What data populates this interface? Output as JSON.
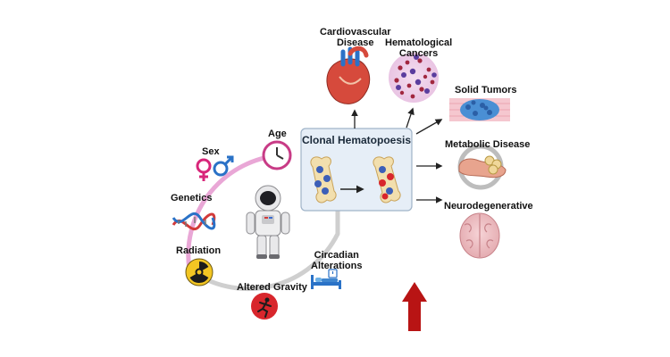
{
  "diagram": {
    "center_box_title": "Clonal Hematopoesis",
    "risk_factors": {
      "sex": "Sex",
      "age": "Age",
      "genetics": "Genetics",
      "radiation": "Radiation",
      "altered_gravity": "Altered Gravity",
      "circadian": [
        "Circadian",
        "Alterations"
      ]
    },
    "outcomes": {
      "cardiovascular": [
        "Cardiovascular",
        "Disease"
      ],
      "hematological": [
        "Hematological",
        "Cancers"
      ],
      "solid_tumors": "Solid Tumors",
      "metabolic": "Metabolic Disease",
      "neurodegenerative": "Neurodegenerative"
    },
    "colors": {
      "risk_arc": "#e9a7d6",
      "arc_gray": "#cfcfcf",
      "box_fill": "#e6eef7",
      "box_border": "#9fb3c8",
      "up_arrow": "#b81414",
      "radiation_yellow": "#f3c623",
      "gravity_red": "#d8262c"
    },
    "icons": [
      "gender-icon",
      "clock-icon",
      "dna-icon",
      "radiation-icon",
      "falling-person-icon",
      "bed-icon",
      "astronaut-icon",
      "heart-icon",
      "blood-cells-icon",
      "tumor-tissue-icon",
      "pancreas-icon",
      "brain-icon",
      "bone-marrow-icon",
      "up-arrow-icon"
    ]
  }
}
